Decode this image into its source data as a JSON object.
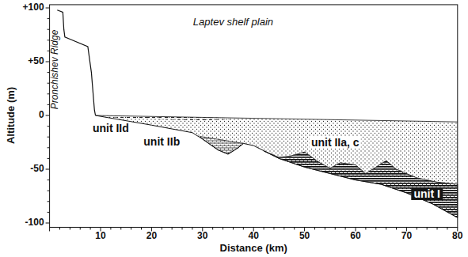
{
  "diagram": {
    "labels": [
      "+100",
      "+50",
      "0",
      "-50",
      "-100",
      "10",
      "20",
      "30",
      "40",
      "50",
      "60",
      "70",
      "80",
      "Altitude (m)",
      "Distance (km)",
      "Laptev shelf plain",
      "Pronchishev Ridge",
      "unit IId",
      "unit IIb",
      "unit IIa, c",
      "unit I"
    ]
  }
}
